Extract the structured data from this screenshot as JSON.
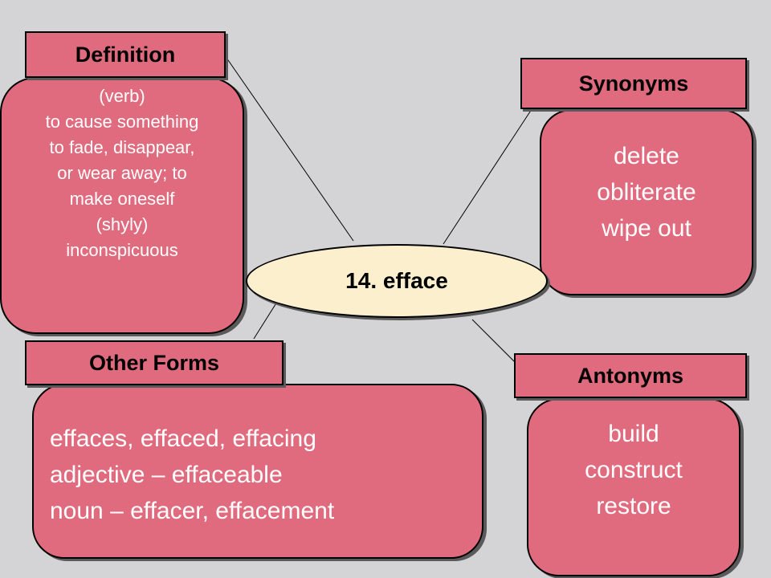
{
  "center": {
    "title": "14. efface"
  },
  "definition": {
    "label": "Definition",
    "lines": [
      "(verb)",
      "to cause something",
      "to fade, disappear,",
      "or wear away; to",
      "make oneself",
      "(shyly)",
      "inconspicuous"
    ]
  },
  "synonyms": {
    "label": "Synonyms",
    "lines": [
      "delete",
      "obliterate",
      "wipe out"
    ]
  },
  "other_forms": {
    "label": "Other Forms",
    "lines": [
      "effaces, effaced, effacing",
      "adjective – effaceable",
      "noun – effacer, effacement"
    ]
  },
  "antonyms": {
    "label": "Antonyms",
    "lines": [
      "build",
      "construct",
      "restore"
    ]
  },
  "colors": {
    "background": "#d4d4d6",
    "box_fill": "#e16b7e",
    "center_fill": "#fbefce",
    "border": "#000000",
    "text_light": "#ffffff"
  }
}
